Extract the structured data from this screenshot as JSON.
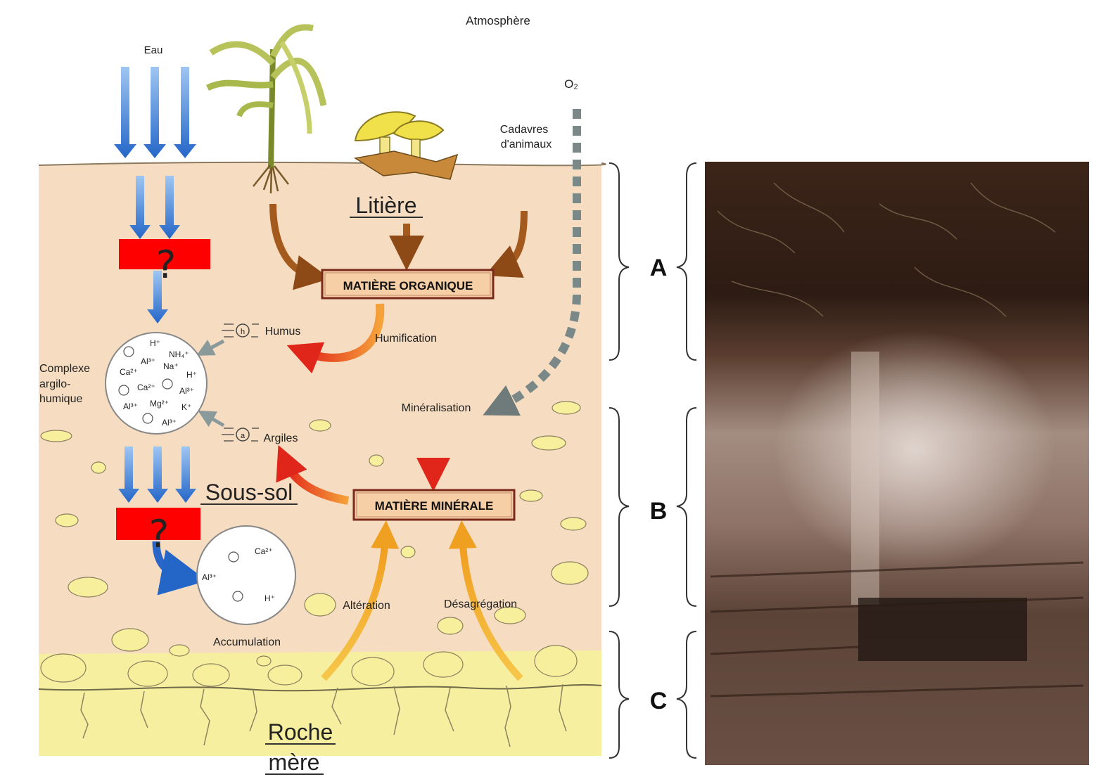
{
  "diagram": {
    "labels": {
      "atmosphere": "Atmosphère",
      "water": "Eau",
      "oxygen": "O₂",
      "animal_remains": [
        "Cadavres",
        "d'animaux"
      ],
      "litter": "Litière",
      "organic_matter": "MATIÈRE ORGANIQUE",
      "humification": "Humification",
      "humus": "Humus",
      "clay_humus_complex": [
        "Complexe",
        "argilo-",
        "humique"
      ],
      "mineralisation": "Minéralisation",
      "clays": "Argiles",
      "subsoil": "Sous-sol",
      "mineral_matter": "MATIÈRE MINÉRALE",
      "weathering": "Altération",
      "disaggregation": "Désagrégation",
      "accumulation": "Accumulation",
      "bedrock": [
        "Roche",
        "mère"
      ],
      "unknown_1": "?",
      "unknown_2": "?"
    },
    "complex_ions": [
      "H⁺",
      "NH₄⁺",
      "Al³⁺",
      "Ca²⁺",
      "Na⁺",
      "H⁺",
      "Ca²⁺",
      "Al³⁺",
      "Al³⁺",
      "Mg²⁺",
      "K⁺",
      "Al³⁺"
    ],
    "accumulation_ions": [
      "Ca²⁺",
      "Al³⁺",
      "H⁺"
    ],
    "horizons": [
      "A",
      "B",
      "C"
    ],
    "colors": {
      "soil": "#f6dcc0",
      "bedrock": "#f7ef9c",
      "water_arrow": "#2f6fd0",
      "organic_arrow": "#a35a1c",
      "red_arrow": "#e0301c",
      "orange_arrow": "#f2a41c",
      "oxygen": "#7f8c8c",
      "question_box": "#ff0000"
    }
  },
  "photo": {
    "description_hidden": ""
  }
}
